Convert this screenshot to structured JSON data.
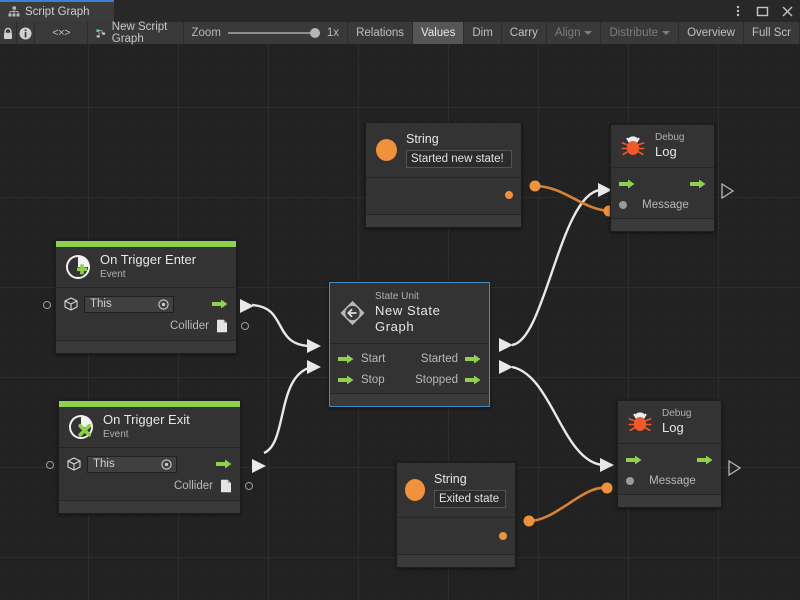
{
  "window": {
    "tab_label": "Script Graph",
    "tab_icon": "graph-hierarchy-icon",
    "controls": [
      {
        "name": "kebab-menu-icon",
        "glyph": "⋮"
      },
      {
        "name": "maximize-icon",
        "glyph": "□"
      },
      {
        "name": "close-icon",
        "glyph": "✕"
      }
    ]
  },
  "toolbar": {
    "lock_icon": "lock-icon",
    "info_icon": "info-icon",
    "code_icon": "<×>",
    "graph_name": "New Script Graph",
    "graph_icon": "script-graph-icon",
    "zoom_label": "Zoom",
    "zoom_value": "1x",
    "buttons": [
      {
        "label": "Relations",
        "state": "normal"
      },
      {
        "label": "Values",
        "state": "active"
      },
      {
        "label": "Dim",
        "state": "normal"
      },
      {
        "label": "Carry",
        "state": "normal"
      },
      {
        "label": "Align",
        "state": "dim",
        "caret": true
      },
      {
        "label": "Distribute",
        "state": "dim",
        "caret": true
      },
      {
        "label": "Overview",
        "state": "normal"
      },
      {
        "label": "Full Scr",
        "state": "normal"
      }
    ]
  },
  "colors": {
    "accent_green": "#8fd14f",
    "flow_arrow_green": "#8fd14f",
    "data_orange": "#f0913c",
    "selection_blue": "#3f8fc5",
    "wire_flow": "#e6e6e6",
    "canvas_bg": "#222222",
    "node_bg": "#333333",
    "tab_accent": "#3f7fd0"
  },
  "nodes": {
    "string_top": {
      "title": "String",
      "icon": "string-orange-circle-icon",
      "value": "Started new state!",
      "output_port": "string-output-port"
    },
    "debug_log_top": {
      "subtitle": "Debug",
      "title": "Log",
      "icon": "bug-icon",
      "flow_in": "flow-input-arrow",
      "flow_out": "flow-output-arrow",
      "message_label": "Message"
    },
    "on_trigger_enter": {
      "title": "On Trigger Enter",
      "subtitle": "Event",
      "icon": "event-plus-icon",
      "target_value": "This",
      "target_icon": "gameobject-cube-icon",
      "picker_icon": "target-picker-icon",
      "collider_label": "Collider",
      "collider_icon": "collider-document-icon"
    },
    "state_unit": {
      "subtitle": "State Unit",
      "title": "New State Graph",
      "icon": "state-unit-diamond-icon",
      "selected": true,
      "inputs": [
        "Start",
        "Stop"
      ],
      "outputs": [
        "Started",
        "Stopped"
      ]
    },
    "on_trigger_exit": {
      "title": "On Trigger Exit",
      "subtitle": "Event",
      "icon": "event-cross-icon",
      "target_value": "This",
      "target_icon": "gameobject-cube-icon",
      "picker_icon": "target-picker-icon",
      "collider_label": "Collider",
      "collider_icon": "collider-document-icon"
    },
    "string_bottom": {
      "title": "String",
      "icon": "string-orange-circle-icon",
      "value": "Exited state",
      "output_port": "string-output-port"
    },
    "debug_log_bottom": {
      "subtitle": "Debug",
      "title": "Log",
      "icon": "bug-icon",
      "flow_in": "flow-input-arrow",
      "flow_out": "flow-output-arrow",
      "message_label": "Message"
    }
  }
}
